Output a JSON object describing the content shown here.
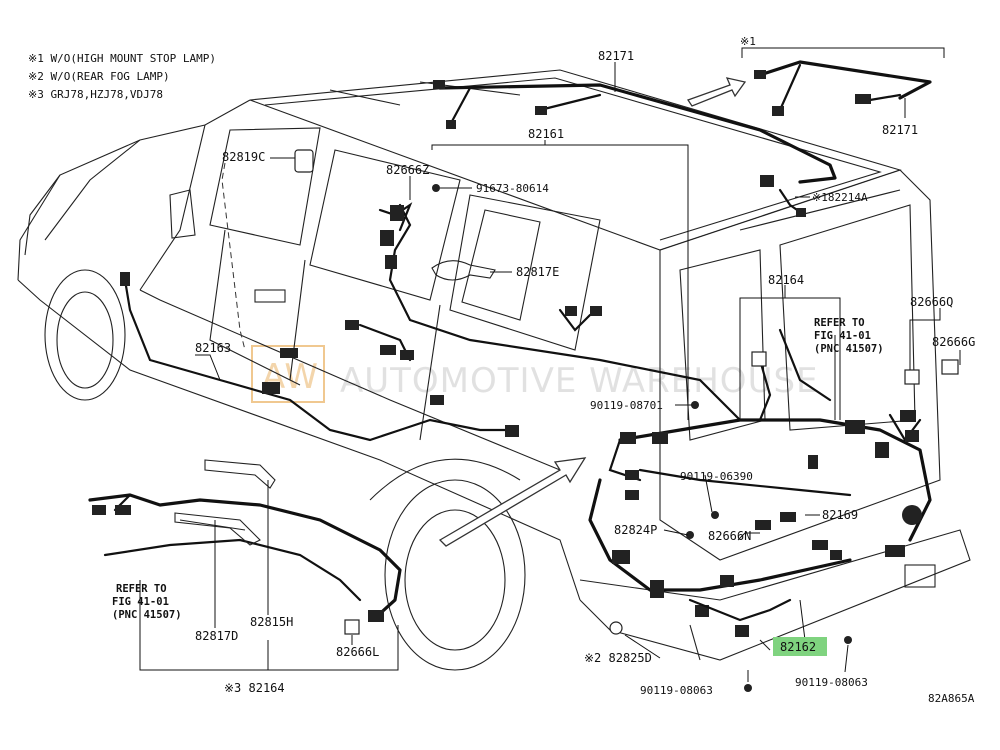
{
  "notes": [
    "※1 W/O(HIGH MOUNT STOP LAMP)",
    "※2 W/O(REAR FOG LAMP)",
    "※3 GRJ78,HZJ78,VDJ78"
  ],
  "callouts": {
    "c82171_top": "82171",
    "c82171_right": "82171",
    "note1_bracket": "※1",
    "c82161": "82161",
    "c82819c": "82819C",
    "c82666z": "82666Z",
    "c91673": "91673-80614",
    "c82214a": "※182214A",
    "c82817e": "82817E",
    "c82164_right": "82164",
    "c82666q": "82666Q",
    "c82666g": "82666G",
    "c82163": "82163",
    "c90119_08701": "90119-08701",
    "c90119_06390": "90119-06390",
    "c82824p": "82824P",
    "c82666n": "82666N",
    "c82169": "82169",
    "c82162": "82162",
    "c82825d": "※2 82825D",
    "c90119_08063_left": "90119-08063",
    "c90119_08063_right": "90119-08063",
    "c82817d": "82817D",
    "c82815h": "82815H",
    "c82666l": "82666L",
    "c82164_bottom": "※3 82164",
    "diagram_code": "82A865A"
  },
  "refer_right": [
    "REFER TO",
    "FIG 41-01",
    "(PNC 41507)"
  ],
  "refer_left": [
    "REFER TO",
    "FIG 41-01",
    "(PNC 41507)"
  ],
  "watermark": {
    "badge": "AW",
    "text": "AUTOMOTIVE WAREHOUSE"
  },
  "highlight_color": "#7fd37f"
}
